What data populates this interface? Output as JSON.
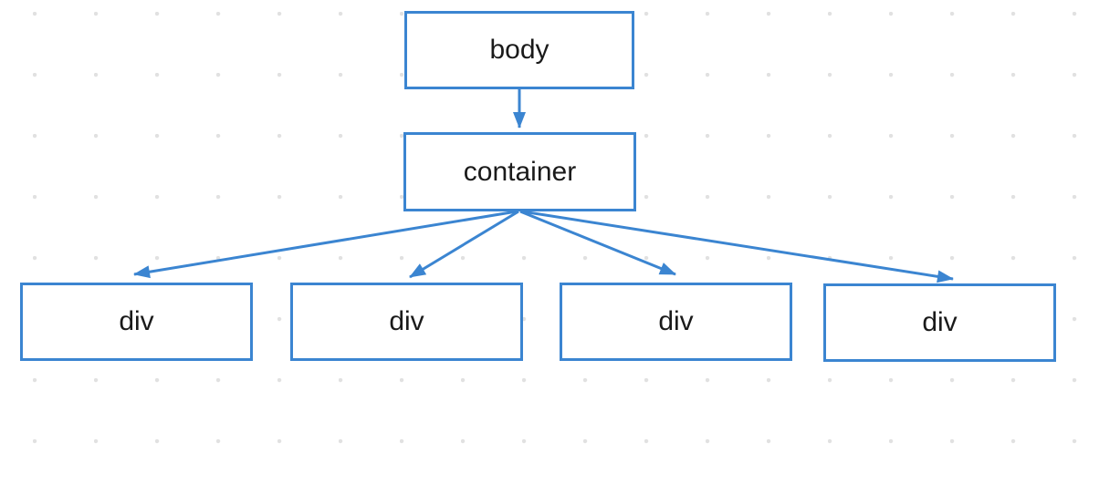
{
  "diagram": {
    "type": "dom-tree",
    "accent_color": "#3b85d1",
    "label_color": "#1a1a1a",
    "dot_grid_color": "#e1e1e1",
    "background_color": "#ffffff",
    "nodes": [
      {
        "id": "body",
        "label": "body"
      },
      {
        "id": "container",
        "label": "container"
      },
      {
        "id": "div1",
        "label": "div"
      },
      {
        "id": "div2",
        "label": "div"
      },
      {
        "id": "div3",
        "label": "div"
      },
      {
        "id": "div4",
        "label": "div"
      }
    ],
    "edges": [
      {
        "from": "body",
        "to": "container"
      },
      {
        "from": "container",
        "to": "div1"
      },
      {
        "from": "container",
        "to": "div2"
      },
      {
        "from": "container",
        "to": "div3"
      },
      {
        "from": "container",
        "to": "div4"
      }
    ]
  }
}
